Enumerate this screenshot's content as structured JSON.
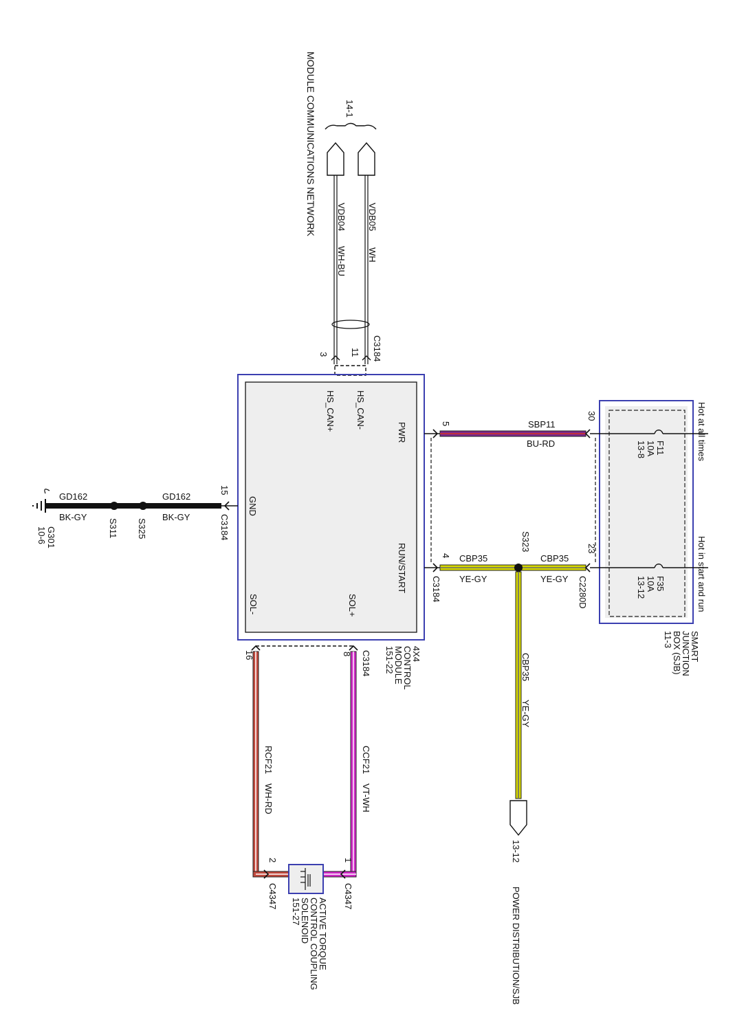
{
  "network": {
    "title": "MODULE COMMUNICATIONS NETWORK",
    "ref": "14-1",
    "wires": [
      {
        "circuit": "VDB05",
        "color": "WH",
        "pin": "11",
        "pin_label": "HS_CAN-"
      },
      {
        "circuit": "VDB04",
        "color": "WH-BU",
        "pin": "3",
        "pin_label": "HS_CAN+"
      }
    ],
    "connector": "C3184"
  },
  "module": {
    "name_lines": [
      "4X4",
      "CONTROL",
      "MODULE",
      "151-22"
    ],
    "pins": {
      "pwr": "PWR",
      "run_start": "RUN/START",
      "gnd": "GND",
      "sol_plus": "SOL+",
      "sol_minus": "SOL-"
    }
  },
  "sjb": {
    "name_lines": [
      "SMART",
      "JUNCTION",
      "BOX (SJB)",
      "11-3"
    ],
    "hot_at_all_times": "Hot at all times",
    "hot_in_start_run": "Hot in start and run",
    "fuse1": {
      "id": "F11",
      "rating": "10A",
      "ref": "13-8"
    },
    "fuse2": {
      "id": "F35",
      "rating": "10A",
      "ref": "13-12"
    }
  },
  "power_wire": {
    "pin_module": "5",
    "pin_sjb": "30",
    "circuit": "SBP11",
    "color": "BU-RD"
  },
  "run_wire": {
    "pin_module": "4",
    "pin_sjb": "23",
    "circuit": "CBP35",
    "color": "YE-GY",
    "splice": "S323",
    "connector_module": "C3184",
    "connector_sjb": "C2280D"
  },
  "power_dist": {
    "circuit": "CBP35",
    "color": "YE-GY",
    "ref": "13-12",
    "label": "POWER DISTRIBUTION/SJB"
  },
  "ground": {
    "pin": "15",
    "connector": "C3184",
    "circuit": "GD162",
    "color": "BK-GY",
    "splice1": "S325",
    "splice2": "S311",
    "ground_id": "G301",
    "ground_ref": "10-6"
  },
  "solenoid_wires": {
    "plus": {
      "pin_module": "8",
      "connector": "C3184",
      "circuit": "CCF21",
      "color": "VT-WH",
      "pin_sol": "1",
      "sol_connector": "C4347"
    },
    "minus": {
      "pin_module": "16",
      "circuit": "RCF21",
      "color": "WH-RD",
      "pin_sol": "2",
      "sol_connector": "C4347"
    }
  },
  "solenoid": {
    "name_lines": [
      "ACTIVE TORQUE",
      "CONTROL COUPLING",
      "SOLENOID",
      "151-27"
    ]
  },
  "colors": {
    "box_border": "#3b3fb0",
    "module_fill": "#eeeeee",
    "pwr_wire": "#7b2a8c",
    "run_wire": "#d6d800",
    "sol_plus_wire": "#d02ac8",
    "sol_minus_wire": "#c24a3e"
  }
}
